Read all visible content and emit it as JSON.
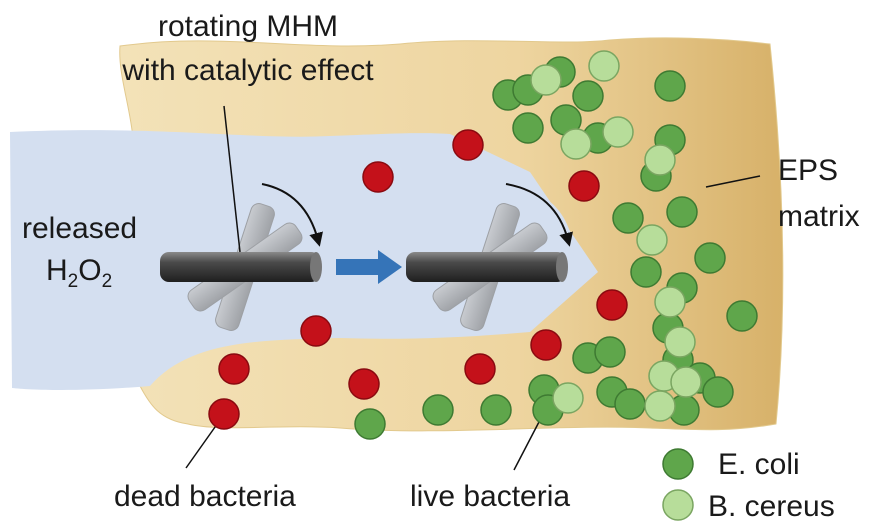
{
  "labels": {
    "title_line1": "rotating MHM",
    "title_line2": "with catalytic effect",
    "released": "released",
    "h2o2_h": "H",
    "h2o2_sub1": "2",
    "h2o2_o": "O",
    "h2o2_sub2": "2",
    "eps_line1": "EPS",
    "eps_line2": "matrix",
    "dead": "dead bacteria",
    "live": "live bacteria"
  },
  "legend": {
    "items": [
      {
        "label": "E. coli",
        "color": "#5fa64b"
      },
      {
        "label": "B. cereus",
        "color": "#b7dd9a"
      }
    ]
  },
  "colors": {
    "eps_matrix": "#eed7a6",
    "channel": "#d4dff0",
    "dead_bacteria": "#c4111a",
    "arrow": "#3574b8",
    "rod": "#333333"
  }
}
